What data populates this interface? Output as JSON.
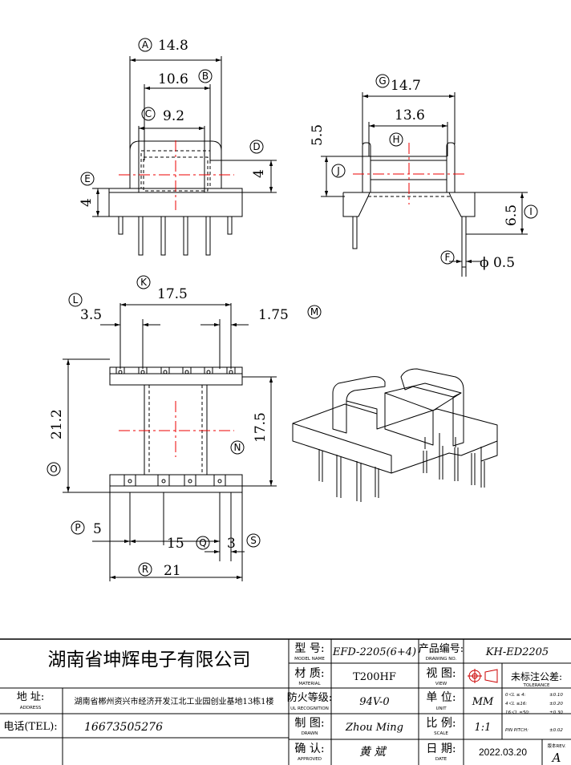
{
  "drawing": {
    "top_left_view": {
      "dims": {
        "a": "14.8",
        "b": "10.6",
        "c": "9.2",
        "d": "4",
        "e": "4"
      },
      "labels": {
        "a": "A",
        "b": "B",
        "c": "C",
        "d": "D",
        "e": "E"
      }
    },
    "top_right_view": {
      "dims": {
        "g": "14.7",
        "h": "13.6",
        "j": "5.5",
        "i": "6.5",
        "f": "ϕ 0.5"
      },
      "labels": {
        "g": "G",
        "h": "H",
        "j": "J",
        "i": "I",
        "f": "F"
      }
    },
    "bottom_view": {
      "dims": {
        "k": "17.5",
        "l": "3.5",
        "m": "1.75",
        "o": "21.2",
        "n": "17.5",
        "p": "5",
        "q": "15",
        "s": "3",
        "r": "21"
      },
      "labels": {
        "k": "K",
        "l": "L",
        "m": "M",
        "o": "O",
        "n": "N",
        "p": "P",
        "q": "Q",
        "s": "S",
        "r": "R"
      }
    }
  },
  "title_block": {
    "company": "湖南省坤辉电子有限公司",
    "address_label": "地 址:",
    "address_label_en": "ADDRESS",
    "address": "湖南省郴州资兴市经济开发江北工业园创业基地13栋1楼",
    "tel_label": "电话(TEL):",
    "tel": "16673505276",
    "model_label": "型 号:",
    "model_label_en": "MODEL NAME",
    "model": "EFD-2205(6+4)",
    "material_label": "材 质:",
    "material_label_en": "MATERIAL",
    "material": "T200HF",
    "fire_label": "防火等级:",
    "fire_label_en": "UL RECOGNITION",
    "fire": "94V-0",
    "drawn_label": "制 图:",
    "drawn_label_en": "DRAWN",
    "drawn": "Zhou Ming",
    "approved_label": "确 认:",
    "approved_label_en": "APPROVED",
    "approved": "黄 斌",
    "drawing_no_label": "产品编号:",
    "drawing_no_label_en": "DRAWING NO.",
    "drawing_no": "KH-ED2205",
    "view_label": "视 图:",
    "view_label_en": "VIEW",
    "unit_label": "单 位:",
    "unit_label_en": "UNIT",
    "unit": "MM",
    "scale_label": "比 例:",
    "scale_label_en": "SCALE",
    "scale": "1:1",
    "date_label": "日 期:",
    "date_label_en": "DATE",
    "date": "2022.03.20",
    "tolerance_label": "未标注公差:",
    "tolerance_label_en": "TOLERANCE",
    "tolerance_rows": [
      {
        "range": "0＜L ≤ 4:",
        "value": "±0.10"
      },
      {
        "range": "4＜L ≤16:",
        "value": "±0.20"
      },
      {
        "range": "16＜L ≤50:",
        "value": "±0.30"
      },
      {
        "range": "PIN PITCH:",
        "value": "±0.02"
      }
    ],
    "rev_label": "版本REV.",
    "rev": "A"
  }
}
